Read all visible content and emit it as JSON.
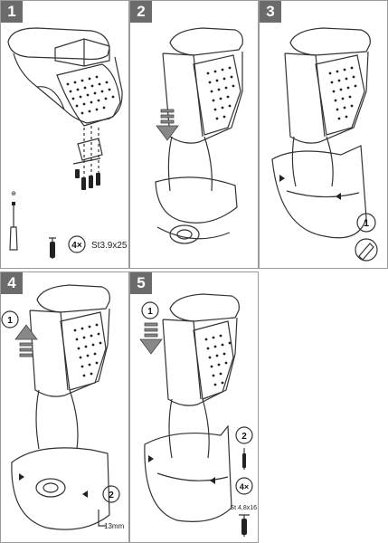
{
  "panels": [
    {
      "step": "1",
      "qty_symbol": "4×",
      "screw_spec": "St3.9x25",
      "screwdriver_tip_symbol": "⊕"
    },
    {
      "step": "2"
    },
    {
      "step": "3",
      "callout_1": "1"
    },
    {
      "step": "4",
      "callout_1": "1",
      "callout_2": "2",
      "wrench_size": "13mm"
    },
    {
      "step": "5",
      "callout_1": "1",
      "callout_2": "2",
      "qty_symbol": "4×",
      "screw_spec": "St 4,8x16"
    }
  ],
  "colors": {
    "line": "#333333",
    "badge": "#6b6b6b",
    "dot": "#222222",
    "arrow": "#888888"
  }
}
